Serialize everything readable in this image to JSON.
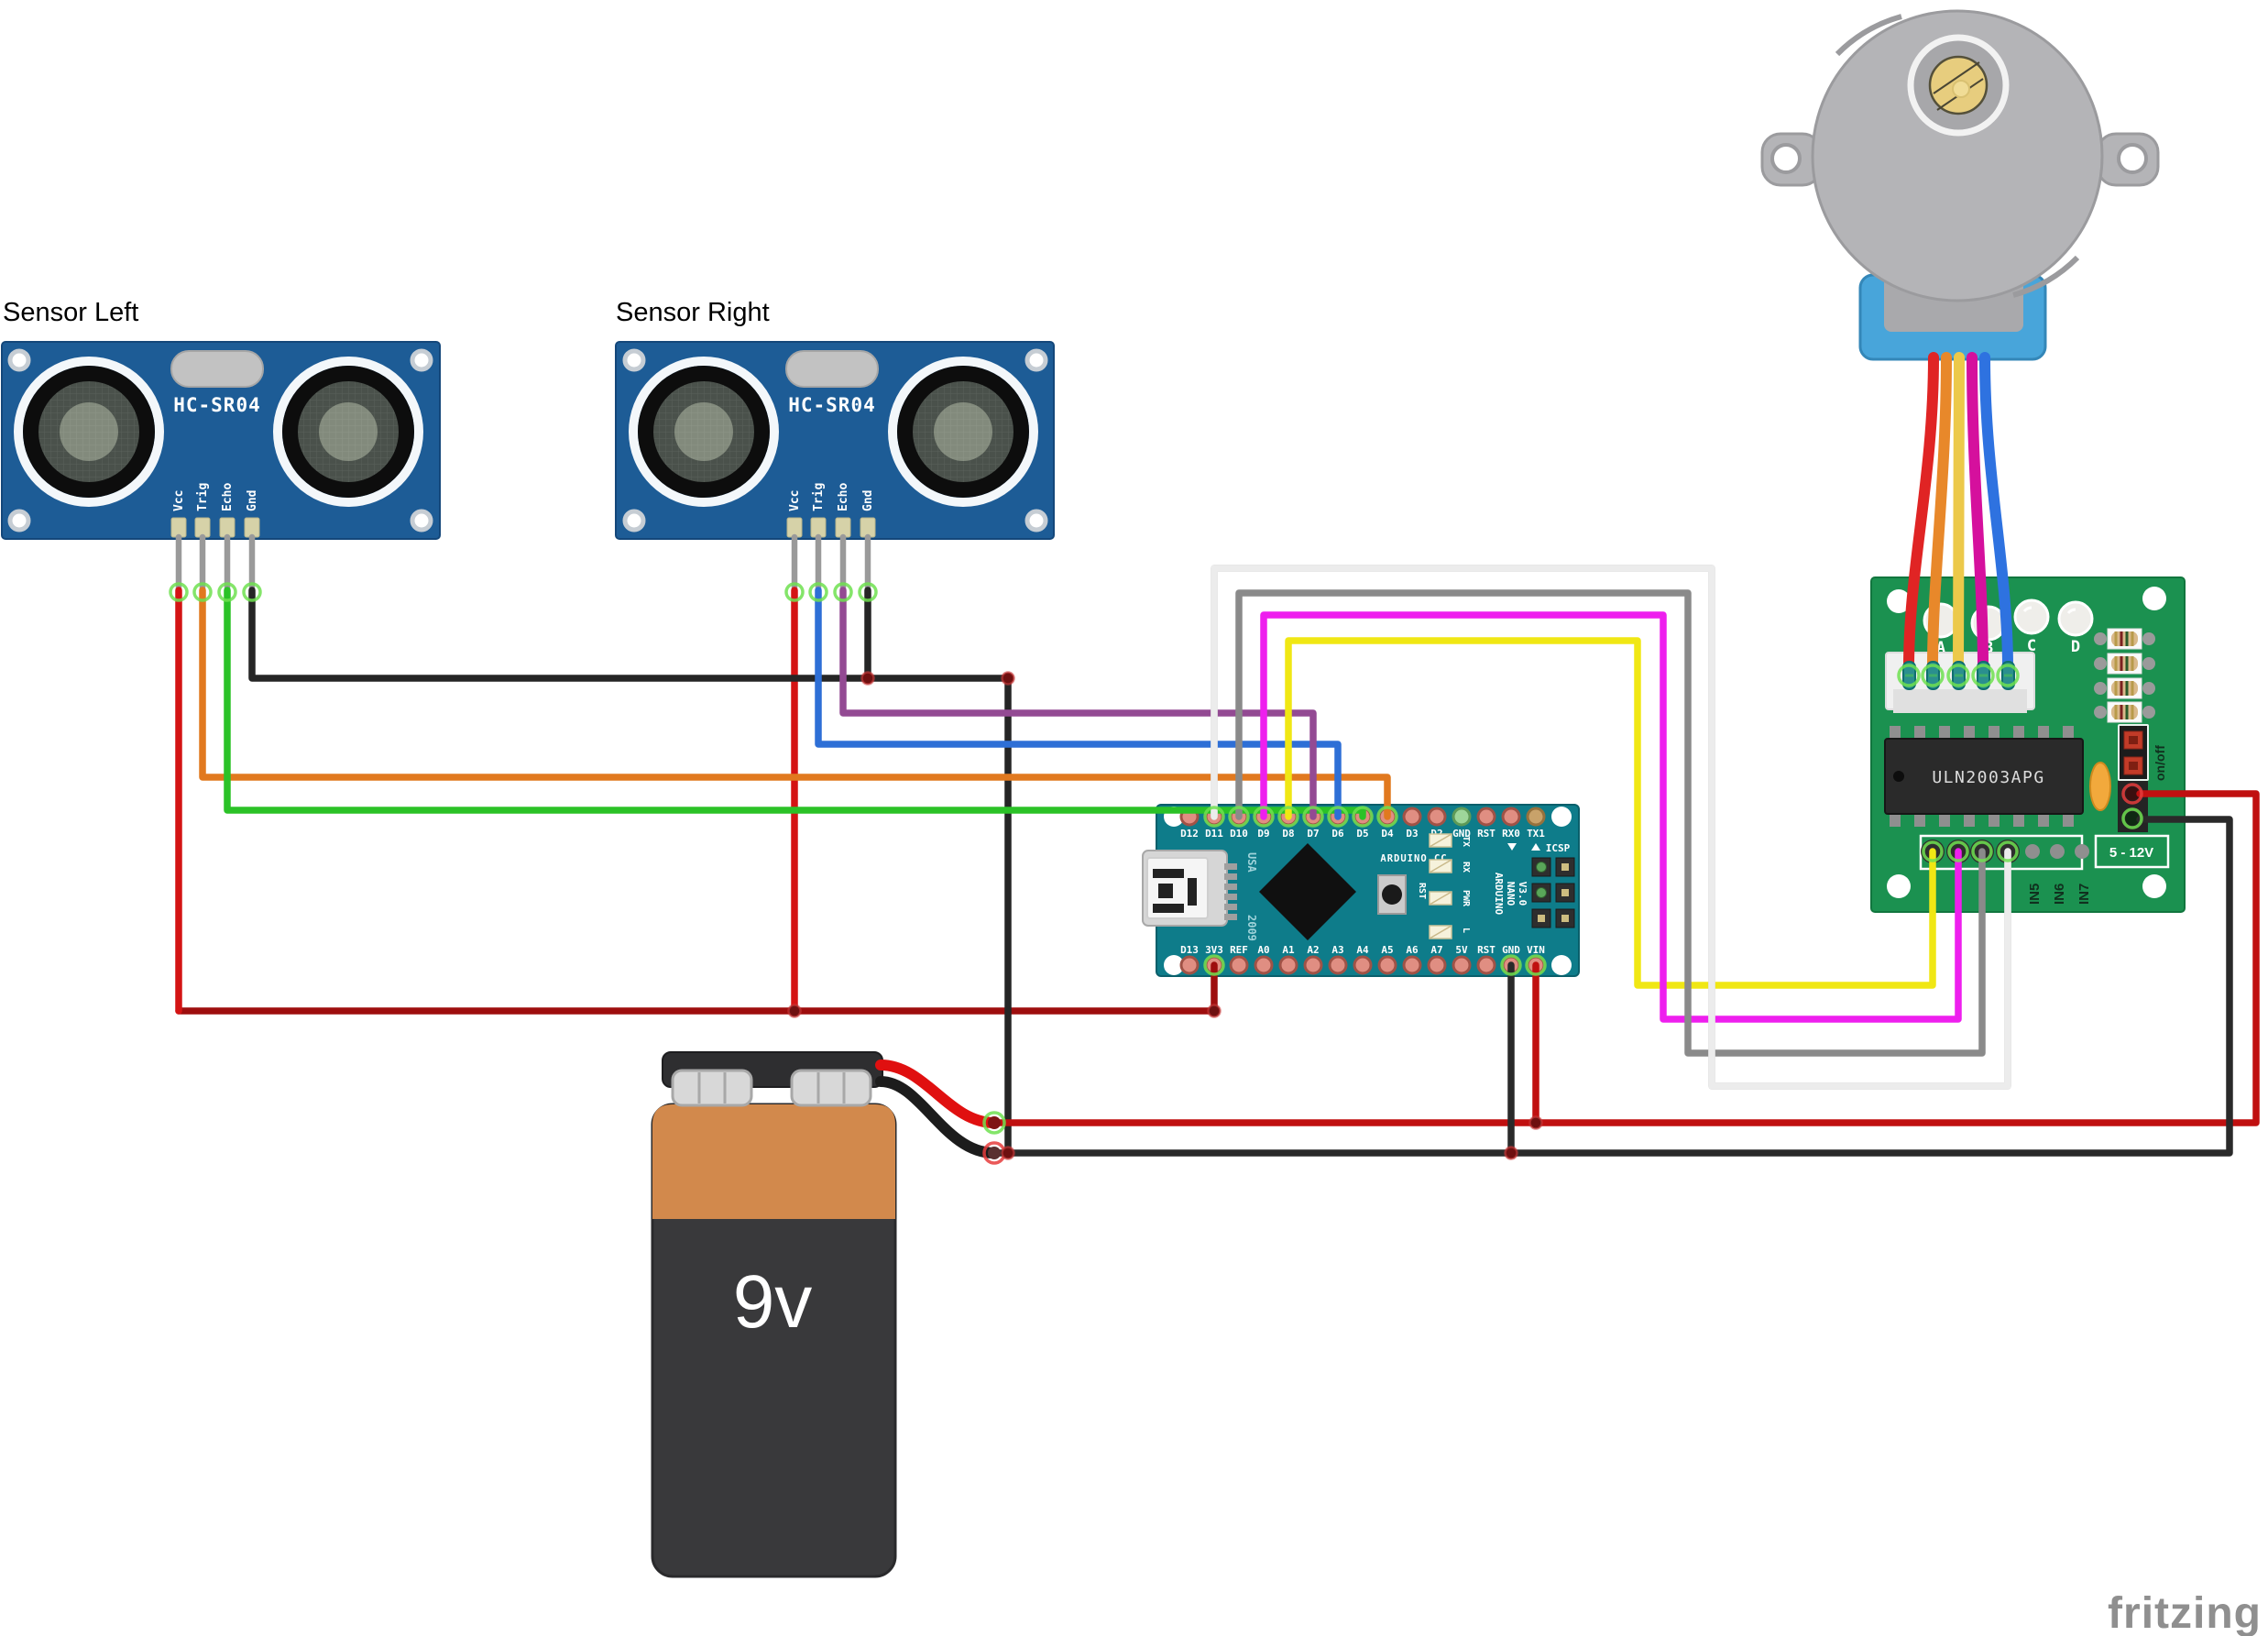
{
  "labels": {
    "sensor_left": "Sensor Left",
    "sensor_right": "Sensor Right",
    "battery": "9v",
    "watermark": "fritzing"
  },
  "sensor": {
    "model": "HC-SR04",
    "pins": [
      "Vcc",
      "Trig",
      "Echo",
      "Gnd"
    ]
  },
  "arduino": {
    "top_pins": [
      "D12",
      "D11",
      "D10",
      "D9",
      "D8",
      "D7",
      "D6",
      "D5",
      "D4",
      "D3",
      "D2",
      "GND",
      "RST",
      "RX0",
      "TX1"
    ],
    "bottom_pins": [
      "D13",
      "3V3",
      "REF",
      "A0",
      "A1",
      "A2",
      "A3",
      "A4",
      "A5",
      "A6",
      "A7",
      "5V",
      "RST",
      "GND",
      "VIN"
    ],
    "brand": "ARDUINO.CC",
    "origin": "USA",
    "year": "2009",
    "model_lines": [
      "ARDUINO",
      "NANO",
      "V3.0"
    ],
    "icsp": "ICSP",
    "reset": "RST",
    "leds": [
      "TX",
      "RX",
      "PWR",
      "L"
    ]
  },
  "driver": {
    "chip": "ULN2003APG",
    "led_labels": [
      "A",
      "B",
      "C",
      "D"
    ],
    "input_labels": [
      "IN5",
      "IN6",
      "IN7"
    ],
    "voltage_range": "5 - 12V",
    "switch_label": "on/off"
  },
  "colors": {
    "sensor_board": "#1d5c96",
    "arduino_board": "#0e7c8a",
    "driver_board": "#1b9150",
    "motor_gray": "#b4b4b7",
    "motor_blue": "#48a5da",
    "battery_orange": "#d2894c",
    "battery_dark": "#39393b",
    "wire_red": "#cf1212",
    "wire_dark_red": "#9e0e0e",
    "wire_black": "#252525",
    "wire_orange": "#e1791f",
    "wire_green": "#2bc227",
    "wire_blue": "#2e6fd6",
    "wire_purple": "#934a93",
    "wire_yellow": "#f0e714",
    "wire_magenta": "#ee1fee",
    "wire_gray": "#8a8a8a",
    "wire_white": "#ececec",
    "motor_wire_red": "#e02424",
    "motor_wire_orange": "#e8882a",
    "motor_wire_yellow": "#ecc94a",
    "motor_wire_magenta": "#d5109d",
    "motor_wire_blue": "#2e72e0"
  }
}
